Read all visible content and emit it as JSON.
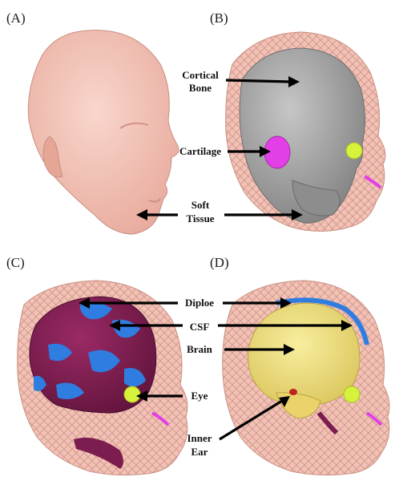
{
  "panels": [
    {
      "id": "A",
      "label": "(A)"
    },
    {
      "id": "B",
      "label": "(B)"
    },
    {
      "id": "C",
      "label": "(C)"
    },
    {
      "id": "D",
      "label": "(D)"
    }
  ],
  "annotations": {
    "cortical_bone": [
      "Cortical",
      "Bone"
    ],
    "cartilage": "Cartilage",
    "soft_tissue": [
      "Soft",
      "Tissue"
    ],
    "diploe": "Diploe",
    "csf": "CSF",
    "brain": "Brain",
    "eye": "Eye",
    "inner_ear": [
      "Inner",
      "Ear"
    ]
  },
  "colors": {
    "skin": "#f2c2b6",
    "skin_shadow": "#d99a8e",
    "bone": "#9c9c9c",
    "cartilage": "#e23fe6",
    "eye": "#d6f23a",
    "diploe": "#7b1d4f",
    "csf": "#2f7de0",
    "brain": "#f2e27a",
    "inner_ear": "#c0241e"
  }
}
